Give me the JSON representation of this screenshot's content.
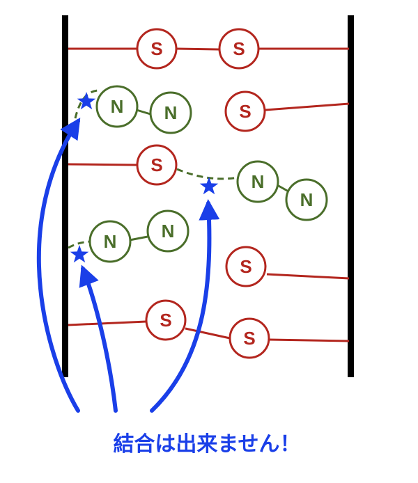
{
  "colors": {
    "wall": "#000000",
    "s_strand": "#b3261e",
    "n_strand": "#4a6e2a",
    "arrow": "#1a3fe8",
    "caption": "#1a3fe8",
    "node_fill": "#ffffff"
  },
  "labels": {
    "s_node": "S",
    "n_node": "N"
  },
  "caption": "結合は出来ません！",
  "icons": {
    "binding_marker": "star-icon",
    "pointer": "curved-arrow-icon"
  }
}
